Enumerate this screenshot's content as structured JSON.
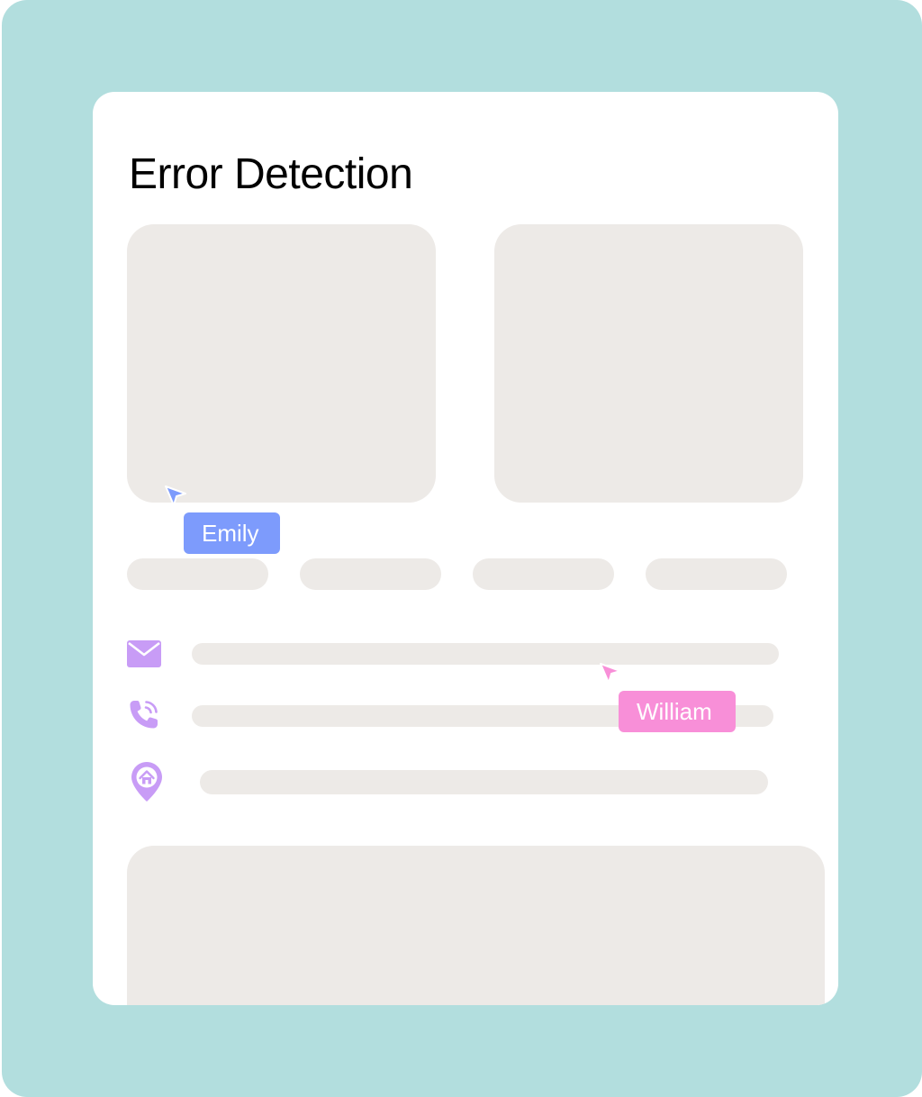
{
  "page": {
    "title": "Error Detection"
  },
  "collaborators": [
    {
      "name": "Emily",
      "color": "#7d9bfc"
    },
    {
      "name": "William",
      "color": "#f88fd8"
    }
  ],
  "contact_icons": {
    "email": "mail-icon",
    "phone": "phone-icon",
    "address": "location-home-icon",
    "color": "#c89cf6"
  },
  "colors": {
    "frame_background": "#b2dede",
    "card_background": "#ffffff",
    "placeholder": "#edeae7"
  }
}
